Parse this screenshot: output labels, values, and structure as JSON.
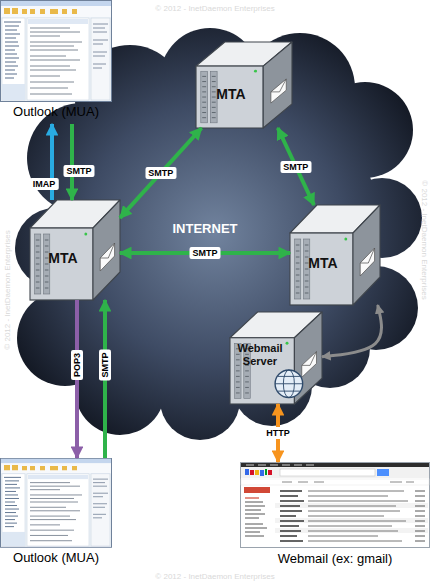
{
  "diagram": {
    "nodes": [
      {
        "text": [
          "Outlook (MUA)"
        ]
      },
      {
        "text": [
          "INTERNET"
        ]
      },
      {
        "text": [
          "MTA"
        ],
        "in": 1
      },
      {
        "text": [
          "MTA"
        ],
        "in": 1
      },
      {
        "text": [
          "MTA"
        ],
        "in": 1
      },
      {
        "text": [
          "Webmail Server"
        ],
        "in": 1
      },
      {
        "text": [
          "Outlook (MUA)"
        ]
      },
      {
        "text": [
          "Webmail (ex: gmail)"
        ]
      }
    ],
    "edges": [
      {
        "from": 3,
        "to": 0,
        "arrow": "to",
        "label": "IMAP"
      },
      {
        "from": 0,
        "to": 3,
        "arrow": "to",
        "label": "SMTP"
      },
      {
        "from": 3,
        "to": 2,
        "arrow": "both",
        "label": "SMTP"
      },
      {
        "from": 2,
        "to": 4,
        "arrow": "both",
        "label": "SMTP"
      },
      {
        "from": 3,
        "to": 4,
        "arrow": "both",
        "label": "SMTP"
      },
      {
        "from": 3,
        "to": 6,
        "arrow": "to",
        "label": "POP3"
      },
      {
        "from": 6,
        "to": 3,
        "arrow": "to",
        "label": "SMTP"
      },
      {
        "from": 5,
        "to": 4,
        "arrow": "both"
      },
      {
        "from": 5,
        "to": 7,
        "arrow": "both",
        "label": "HTTP"
      }
    ],
    "labels": [
      "© 2012 - InetDaemon Enterprises",
      "© 2012 - InetDaemon Enterprises",
      "© 2012 - InetDaemon Enterprises",
      "© 2012 - InetDaemon Enterprises"
    ]
  }
}
